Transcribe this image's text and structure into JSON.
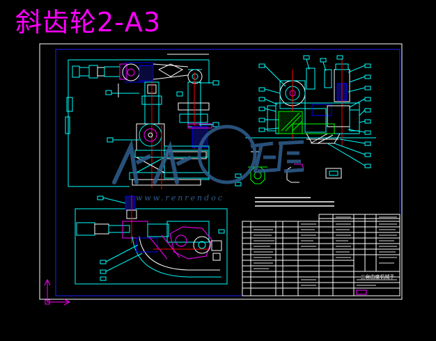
{
  "title": "斜齿轮2-A3",
  "watermark": {
    "url": "www.renrendoc"
  },
  "title_block": {
    "name": "三自由度机械手"
  },
  "colors": {
    "background": "#000000",
    "title": "#ff00ff",
    "frame": "#ffffff",
    "border": "#0000ff",
    "outline": "#00ffff",
    "centerline": "#ff0000",
    "part": "#0000ff",
    "hatch": "#00ff00",
    "accent": "#ff00ff",
    "dim": "#ffffff",
    "watermark": "#2f5f8f",
    "ucs": "#ff00ff"
  },
  "icons": [
    "ucs-axis-icon",
    "watermark-logo-icon"
  ]
}
